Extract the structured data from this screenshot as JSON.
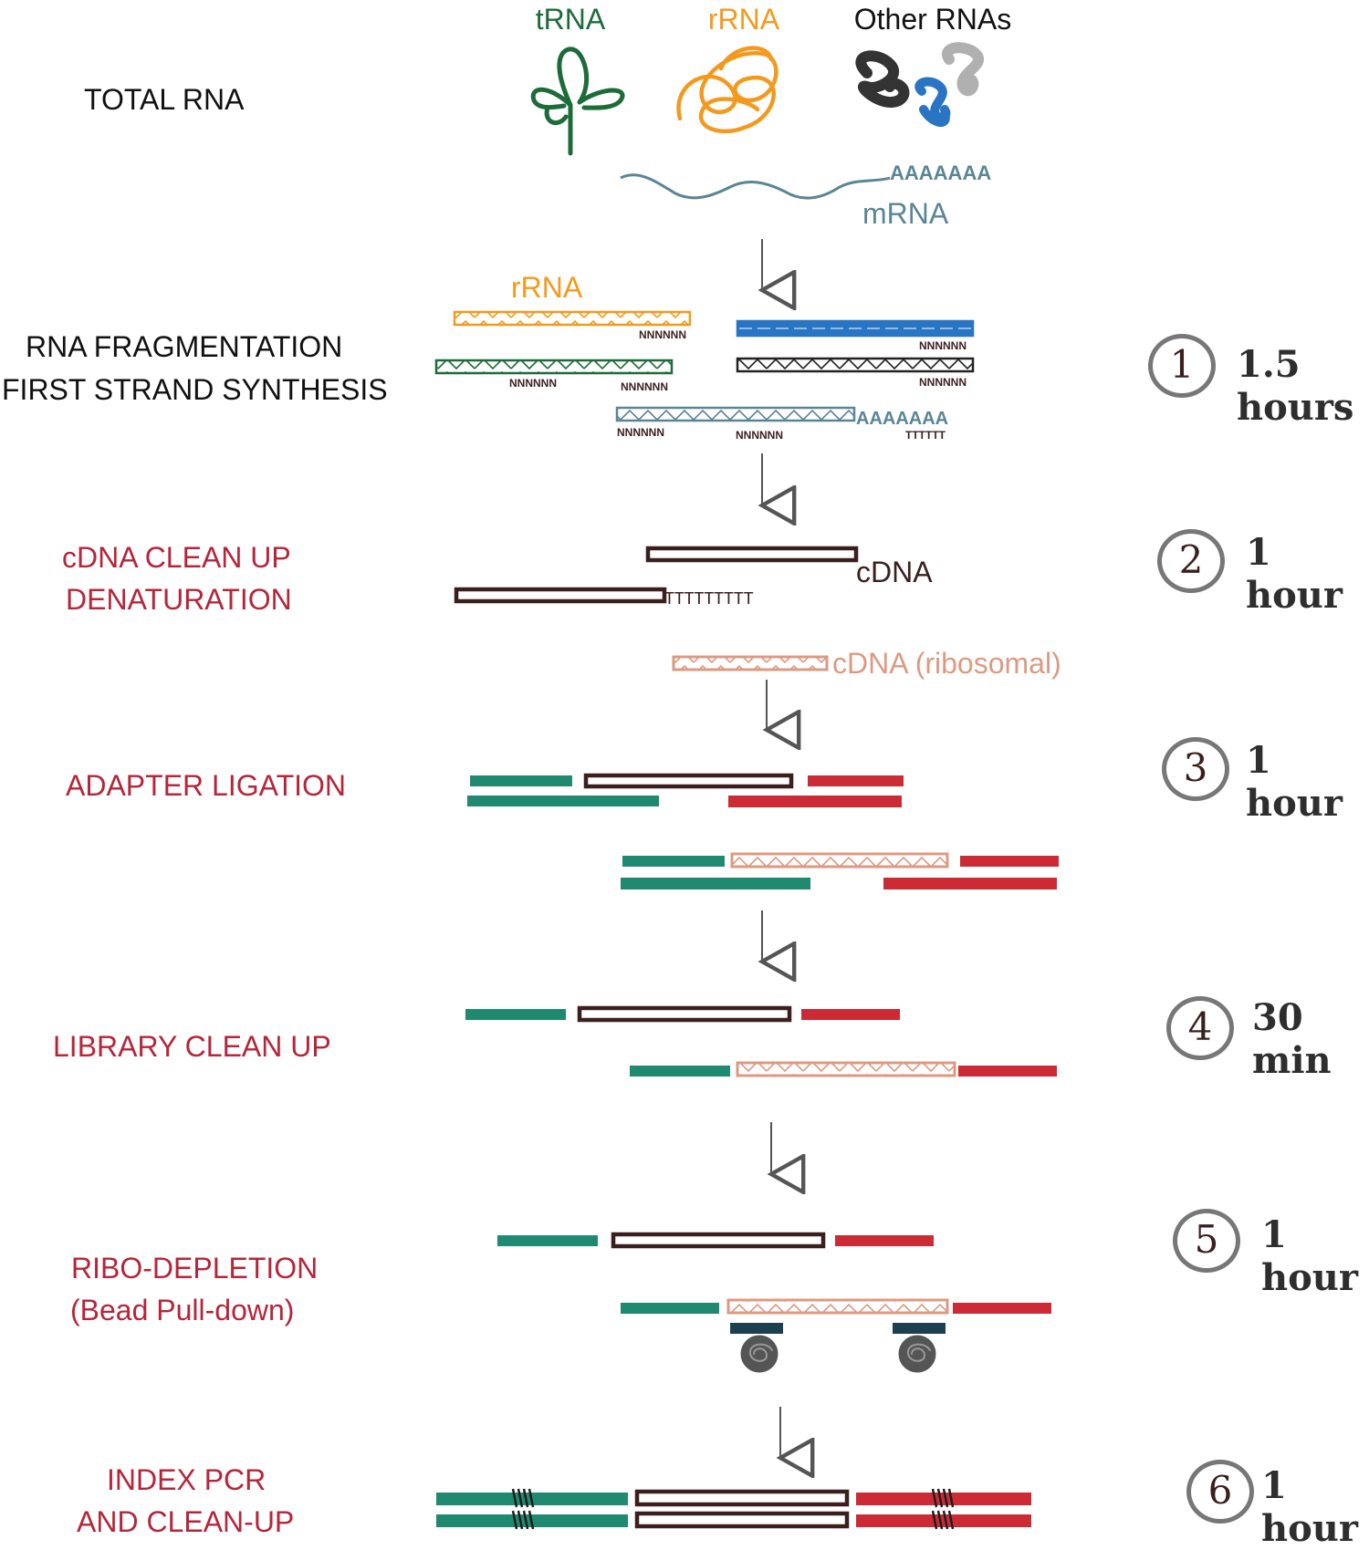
{
  "steps": {
    "total_rna": "TOTAL RNA",
    "fragmentation": "RNA FRAGMENTATION",
    "first_strand": "FIRST STRAND SYNTHESIS",
    "cdna_cleanup": "cDNA CLEAN UP",
    "denaturation": "DENATURATION",
    "adapter_ligation": "ADAPTER LIGATION",
    "library_cleanup": "LIBRARY CLEAN UP",
    "ribo_depletion": "RIBO-DEPLETION",
    "bead_pulldown": "(Bead Pull-down)",
    "index_pcr": "INDEX PCR",
    "and_cleanup": "AND CLEAN-UP"
  },
  "rna_types": {
    "trna": "tRNA",
    "rrna": "rRNA",
    "other": "Other RNAs",
    "mrna": "mRNA",
    "polya": "AAAAAAA",
    "rrna_fragment": "rRNA"
  },
  "sequence_labels": {
    "random_primer": "NNNNNN",
    "oligo_dt": "TTTTTT",
    "oligo_dt_long": "TTTTTTTTT"
  },
  "products": {
    "cdna": "cDNA",
    "cdna_ribosomal": "cDNA (ribosomal)"
  },
  "timeline": [
    {
      "num": "1",
      "duration": "1.5 hours"
    },
    {
      "num": "2",
      "duration": "1 hour"
    },
    {
      "num": "3",
      "duration": "1 hour"
    },
    {
      "num": "4",
      "duration": "30 min"
    },
    {
      "num": "5",
      "duration": "1 hour"
    },
    {
      "num": "6",
      "duration": "1 hour"
    }
  ],
  "colors": {
    "trna": "#1e6b3a",
    "rrna": "#f39a1e",
    "other_dark": "#333333",
    "other_blue": "#2a74c4",
    "other_gray": "#b0b0b0",
    "mrna": "#5a8595",
    "cdna": "#3b1f1f",
    "cdna_ribosomal": "#dd9a82",
    "adapter_teal": "#1f8a6f",
    "adapter_red": "#cc2b36",
    "probe": "#1d4050",
    "bead": "#555555",
    "red_label": "#b5263a"
  }
}
